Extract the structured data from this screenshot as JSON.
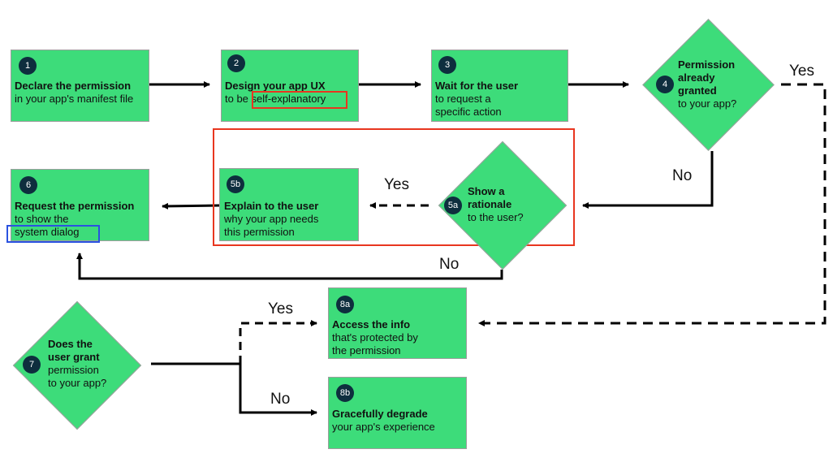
{
  "steps": {
    "s1": {
      "num": "1",
      "title": "Declare the permission",
      "lines": [
        "in your app's manifest file"
      ]
    },
    "s2": {
      "num": "2",
      "title": "Design your app UX",
      "line_prefix": "to be ",
      "highlight": "self-explanatory"
    },
    "s3": {
      "num": "3",
      "title": "Wait for the user",
      "lines": [
        "to request a",
        "specific action"
      ]
    },
    "s4": {
      "num": "4",
      "title_lines": [
        "Permission",
        "already",
        "granted"
      ],
      "lines": [
        "to your app?"
      ]
    },
    "s5a": {
      "num": "5a",
      "title_lines": [
        "Show a",
        "rationale"
      ],
      "lines": [
        "to the user?"
      ]
    },
    "s5b": {
      "num": "5b",
      "title": "Explain to the user",
      "lines": [
        "why your app needs",
        "this permission"
      ]
    },
    "s6": {
      "num": "6",
      "title": "Request the permission",
      "lines": [
        "to show the"
      ],
      "highlight": "system dialog"
    },
    "s7": {
      "num": "7",
      "title_lines": [
        "Does the",
        "user grant"
      ],
      "lines": [
        "permission",
        "to your app?"
      ]
    },
    "s8a": {
      "num": "8a",
      "title": "Access the info",
      "lines": [
        "that's protected by",
        "the permission"
      ]
    },
    "s8b": {
      "num": "8b",
      "title": "Gracefully degrade",
      "lines": [
        "your app's experience"
      ]
    }
  },
  "edge_labels": {
    "yes_4": "Yes",
    "no_4": "No",
    "yes_5a": "Yes",
    "no_5a": "No",
    "yes_7": "Yes",
    "no_7": "No"
  },
  "colors": {
    "node_fill": "#3ddc7a",
    "badge": "#0e2e3e",
    "highlight_red": "#e8361f",
    "highlight_blue": "#2a52e0"
  }
}
